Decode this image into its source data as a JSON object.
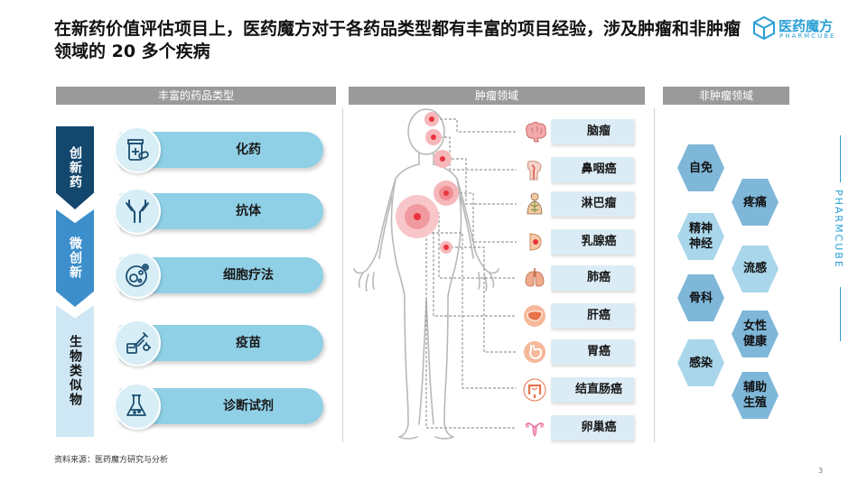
{
  "title": "在新药价值评估项目上，医药魔方对于各药品类型都有丰富的项目经验，涉及肿瘤和非肿瘤领域的 20 多个疾病",
  "logo": {
    "name": "医药魔方",
    "subtitle": "PHARMCUBE",
    "icon": "cube-logo-icon"
  },
  "sections": {
    "drug_types": "丰富的药品类型",
    "oncology": "肿瘤领域",
    "non_oncology": "非肿瘤领域"
  },
  "categories": [
    {
      "label": "创新药",
      "color": "#13476e"
    },
    {
      "label": "微创新",
      "color": "#3c8fcb"
    },
    {
      "label": "生物类似物",
      "color": "#cfe7f4"
    }
  ],
  "drugs": [
    {
      "label": "化药",
      "icon": "pill-bottle-icon"
    },
    {
      "label": "抗体",
      "icon": "antibody-icon"
    },
    {
      "label": "细胞疗法",
      "icon": "cell-icon"
    },
    {
      "label": "疫苗",
      "icon": "syringe-icon"
    },
    {
      "label": "诊断试剂",
      "icon": "flask-icon"
    }
  ],
  "tumors": [
    {
      "label": "脑瘤",
      "icon": "brain-icon"
    },
    {
      "label": "鼻咽癌",
      "icon": "throat-icon"
    },
    {
      "label": "淋巴瘤",
      "icon": "lymph-icon"
    },
    {
      "label": "乳腺癌",
      "icon": "breast-icon"
    },
    {
      "label": "肺癌",
      "icon": "lungs-icon"
    },
    {
      "label": "肝癌",
      "icon": "liver-icon"
    },
    {
      "label": "胃癌",
      "icon": "stomach-icon"
    },
    {
      "label": "结直肠癌",
      "icon": "intestine-icon"
    },
    {
      "label": "卵巢癌",
      "icon": "ovary-icon"
    }
  ],
  "non_tumors": [
    {
      "label": "自免"
    },
    {
      "label": "疼痛"
    },
    {
      "label": "精神\n神经"
    },
    {
      "label": "流感"
    },
    {
      "label": "骨科"
    },
    {
      "label": "女性\n健康"
    },
    {
      "label": "感染"
    },
    {
      "label": "辅助\n生殖"
    }
  ],
  "colors": {
    "pill": "#8fd0e6",
    "hex_dark": "#7fb7d9",
    "hex_light": "#a9d6ea",
    "tumor_box": "#dcecf6",
    "hotspot": "#e8343e",
    "accent": "#2a9fd6"
  },
  "vertical_brand": "PHARMCUBE",
  "source": "资料来源：医药魔方研究与分析",
  "page_number": "3"
}
